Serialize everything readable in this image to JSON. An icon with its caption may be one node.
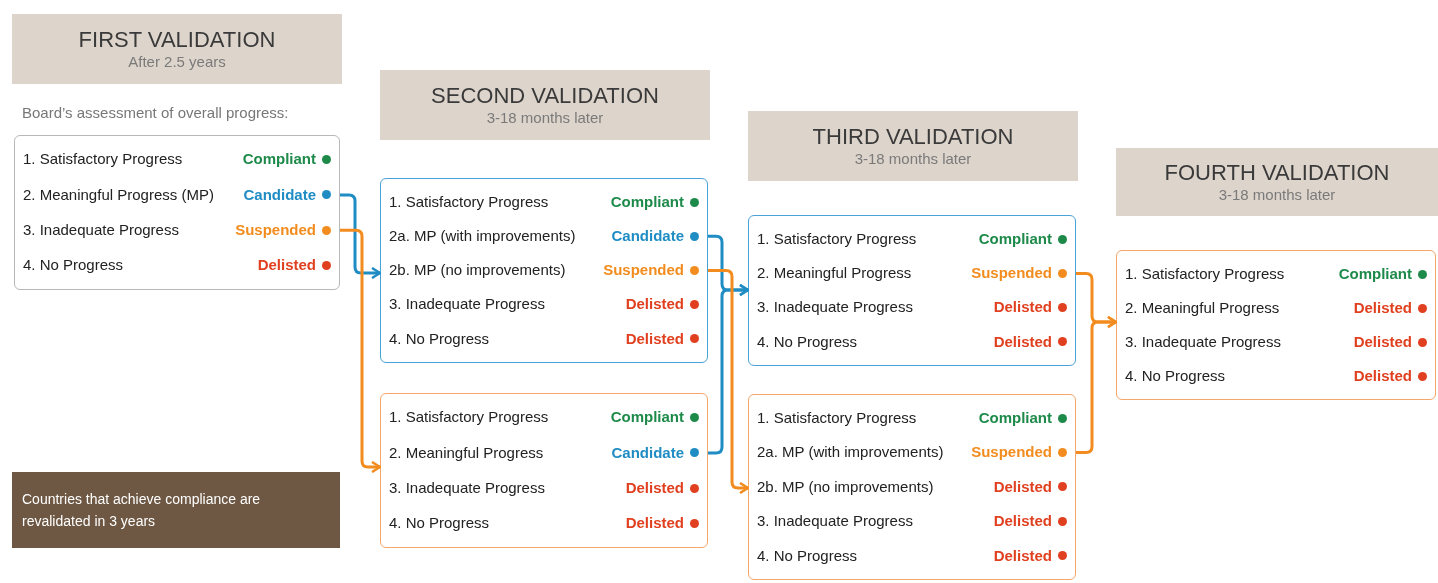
{
  "diagram": {
    "nodes": [
      {
        "text": [
          "FIRST VALIDATION",
          "After 2.5 years"
        ]
      },
      {
        "text": [
          "1. Satisfactory Progress",
          "Compliant",
          "2. Meaningful Progress (MP)",
          "Candidate",
          "3. Inadequate Progress",
          "Suspended",
          "4. No Progress",
          "Delisted"
        ]
      },
      {
        "text": [
          "SECOND VALIDATION",
          "3-18 months later"
        ]
      },
      {
        "text": [
          "1. Satisfactory Progress",
          "Compliant",
          "2a. MP (with improvements)",
          "Candidate",
          "2b. MP (no improvements)",
          "Suspended",
          "3. Inadequate Progress",
          "Delisted",
          "4. No Progress",
          "Delisted"
        ]
      },
      {
        "text": [
          "1. Satisfactory Progress",
          "Compliant",
          "2. Meaningful Progress",
          "Candidate",
          "3. Inadequate Progress",
          "Delisted",
          "4. No Progress",
          "Delisted"
        ]
      },
      {
        "text": [
          "THIRD VALIDATION",
          "3-18 months later"
        ]
      },
      {
        "text": [
          "1. Satisfactory Progress",
          "Compliant",
          "2. Meaningful Progress",
          "Suspended",
          "3. Inadequate Progress",
          "Delisted",
          "4. No Progress",
          "Delisted"
        ]
      },
      {
        "text": [
          "1. Satisfactory Progress",
          "Compliant",
          "2a. MP (with improvements)",
          "Suspended",
          "2b. MP (no improvements)",
          "Delisted",
          "3. Inadequate Progress",
          "Delisted",
          "4. No Progress",
          "Delisted"
        ]
      },
      {
        "text": [
          "FOURTH VALIDATION",
          "3-18 months later"
        ]
      },
      {
        "text": [
          "1. Satisfactory Progress",
          "Compliant",
          "2. Meaningful Progress",
          "Delisted",
          "3. Inadequate Progress",
          "Delisted",
          "4. No Progress",
          "Delisted"
        ]
      },
      {
        "text": [
          "Countries that achieve compliance are revalidated in 3 years"
        ]
      }
    ],
    "edges": [
      {
        "from": 1,
        "to": 3,
        "arrow": "to",
        "color": "#1f8cc4"
      },
      {
        "from": 1,
        "to": 4,
        "arrow": "to",
        "color": "#f28c1e"
      },
      {
        "from": 3,
        "to": 6,
        "arrow": "to",
        "color": "#1f8cc4"
      },
      {
        "from": 4,
        "to": 6,
        "arrow": "to",
        "color": "#1f8cc4"
      },
      {
        "from": 3,
        "to": 7,
        "arrow": "to",
        "color": "#f28c1e"
      },
      {
        "from": 6,
        "to": 9,
        "arrow": "to",
        "color": "#f28c1e"
      },
      {
        "from": 7,
        "to": 9,
        "arrow": "to",
        "color": "#f28c1e"
      }
    ],
    "labels": [
      "Board’s assessment of overall progress:"
    ]
  }
}
